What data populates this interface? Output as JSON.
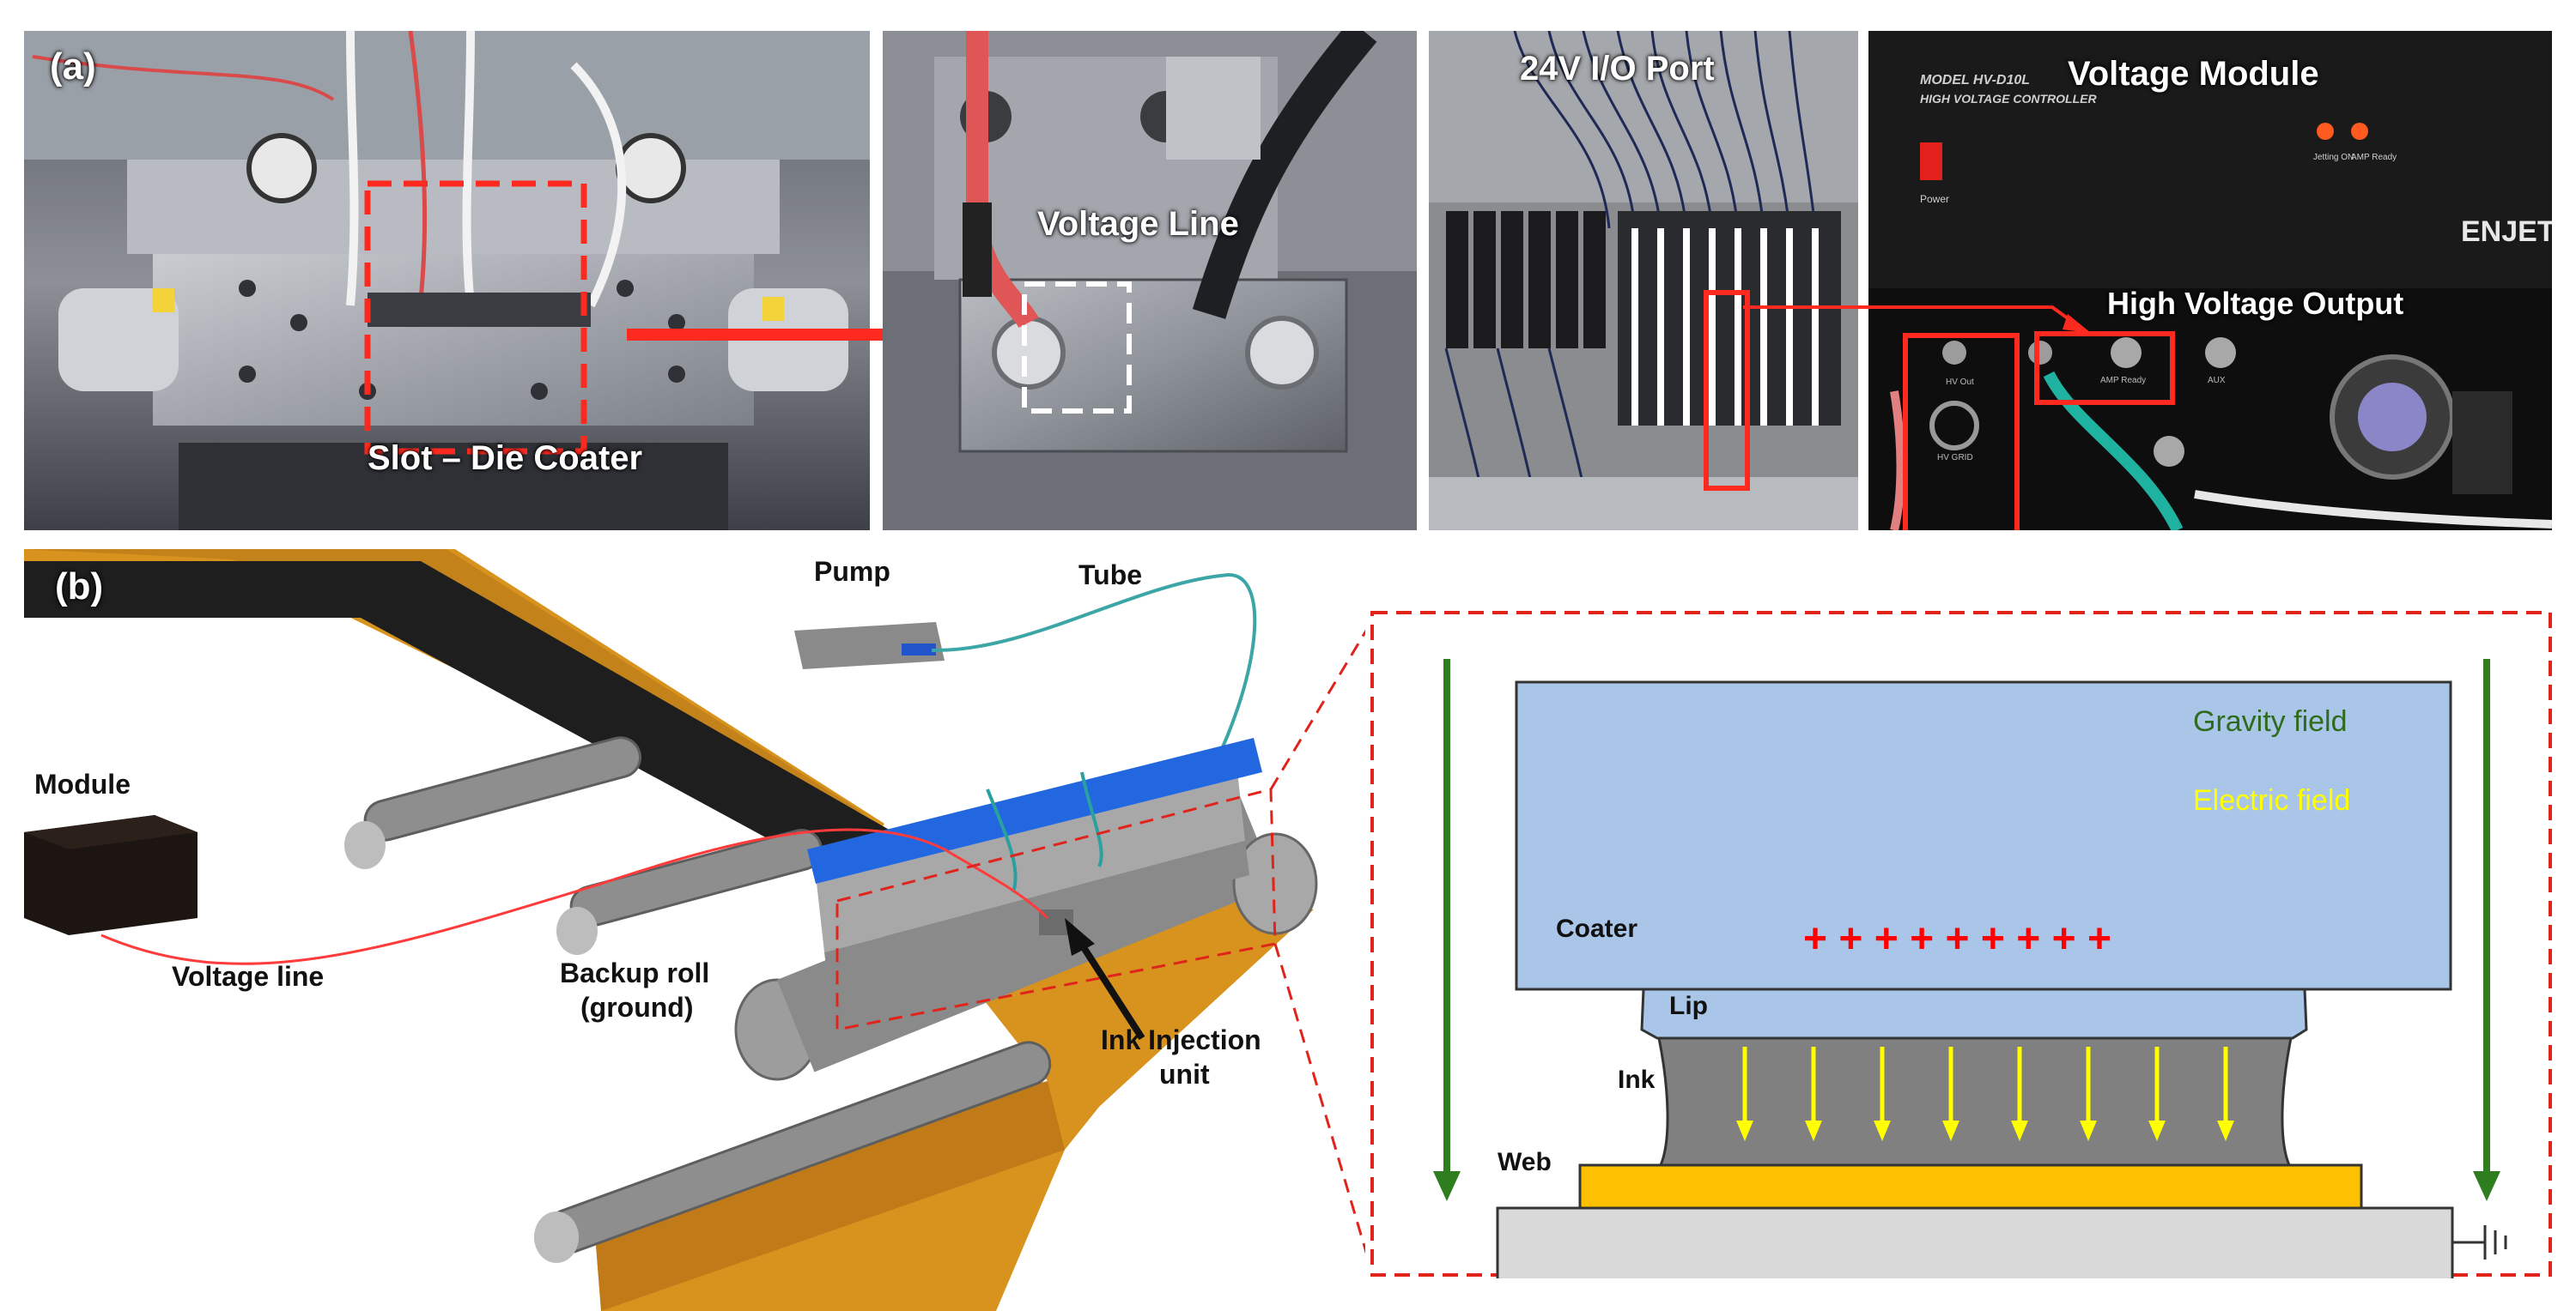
{
  "panel_a": {
    "label": "(a)",
    "photo1": {
      "caption": "Slot – Die Coater"
    },
    "photo2": {
      "caption": "Voltage Line"
    },
    "photo3": {
      "caption": "24V I/O Port"
    },
    "photo4": {
      "caption": "Voltage Module",
      "output_caption": "High Voltage Output",
      "model_text": "MODEL HV-D10L",
      "controller_text": "HIGH VOLTAGE CONTROLLER",
      "power_text": "Power",
      "jetting_text": "Jetting ON",
      "amp_text": "AMP Ready",
      "brand_text": "ENJET",
      "port_labels": [
        "HV Out",
        "HV GRID",
        "AMP Ready",
        "AUX"
      ]
    }
  },
  "panel_b": {
    "label": "(b)",
    "schematic": {
      "pump": "Pump",
      "tube": "Tube",
      "module": "Module",
      "voltage_line": "Voltage line",
      "backup_roll_1": "Backup roll",
      "backup_roll_2": "(ground)",
      "ink_injection_1": "Ink Injection",
      "ink_injection_2": "unit"
    },
    "detail": {
      "gravity": "Gravity field",
      "electric": "Electric field",
      "coater": "Coater",
      "lip": "Lip",
      "ink": "Ink",
      "web": "Web",
      "plus_signs": "+ + + + + + + + +",
      "colors": {
        "coater_fill": "#a9c6e8",
        "ink_fill": "#808080",
        "web_fill": "#ffc000",
        "base_fill": "#d9d9d9",
        "gravity_green": "#2e7d1f",
        "electric_yellow": "#ffff00",
        "plus_red": "#ff0000",
        "callout_red": "#e0241b"
      }
    }
  }
}
